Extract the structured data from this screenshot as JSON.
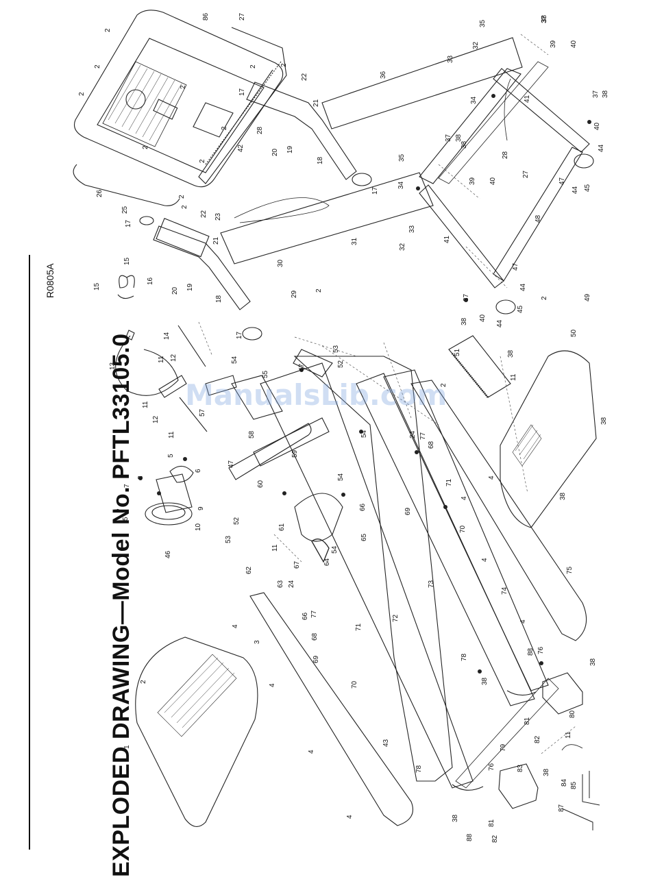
{
  "document": {
    "title": "EXPLODED DRAWING—Model No. PFTL33105.0",
    "drawing_code": "R0805A",
    "watermark": "ManualsLib.com"
  },
  "callouts": {
    "c1": "1",
    "c2a": "2",
    "c2b": "2",
    "c2c": "2",
    "c2d": "2",
    "c2e": "2",
    "c2f": "2",
    "c2g": "2",
    "c2h": "2",
    "c2i": "2",
    "c2j": "2",
    "c2k": "2",
    "c2l": "2",
    "c2m": "2",
    "c2n": "2",
    "c2o": "2",
    "c3": "3",
    "c4a": "4",
    "c4b": "4",
    "c4c": "4",
    "c4d": "4",
    "c4e": "4",
    "c4f": "4",
    "c4g": "4",
    "c4h": "4",
    "c5a": "5",
    "c5b": "5",
    "c6a": "6",
    "c6b": "6",
    "c7": "7",
    "c8": "8",
    "c9": "9",
    "c10": "10",
    "c11a": "11",
    "c11b": "11",
    "c11c": "11",
    "c11d": "11",
    "c11e": "11",
    "c11f": "11",
    "c12a": "12",
    "c12b": "12",
    "c13": "13",
    "c14": "14",
    "c15a": "15",
    "c15b": "15",
    "c16": "16",
    "c17a": "17",
    "c17b": "17",
    "c17c": "17",
    "c17d": "17",
    "c18a": "18",
    "c18b": "18",
    "c19a": "19",
    "c19b": "19",
    "c20a": "20",
    "c20b": "20",
    "c21a": "21",
    "c21b": "21",
    "c22a": "22",
    "c22b": "22",
    "c23": "23",
    "c24a": "24",
    "c24b": "24",
    "c25": "25",
    "c26": "26",
    "c27a": "27",
    "c27b": "27",
    "c28a": "28",
    "c28b": "28",
    "c29": "29",
    "c30": "30",
    "c31": "31",
    "c32a": "32",
    "c32b": "32",
    "c33a": "33",
    "c33b": "33",
    "c34a": "34",
    "c34b": "34",
    "c35a": "35",
    "c35b": "35",
    "c36": "36",
    "c37a": "37",
    "c37b": "37",
    "c37c": "37",
    "c37d": "37",
    "c38a": "38",
    "c38b": "38",
    "c38c": "38",
    "c38d": "38",
    "c38e": "38",
    "c38f": "38",
    "c38g": "38",
    "c38h": "38",
    "c38i": "38",
    "c38j": "38",
    "c38k": "38",
    "c38l": "38",
    "c39a": "39",
    "c39b": "39",
    "c40a": "40",
    "c40b": "40",
    "c40c": "40",
    "c40d": "40",
    "c41a": "41",
    "c41b": "41",
    "c42": "42",
    "c43": "43",
    "c44a": "44",
    "c44b": "44",
    "c44c": "44",
    "c44d": "44",
    "c45a": "45",
    "c45b": "45",
    "c46": "46",
    "c47a": "47",
    "c47b": "47",
    "c47c": "47",
    "c47d": "47",
    "c48": "48",
    "c49": "49",
    "c50": "50",
    "c51": "51",
    "c52a": "52",
    "c52b": "52",
    "c53a": "53",
    "c53b": "53",
    "c54a": "54",
    "c54b": "54",
    "c54c": "54",
    "c54d": "54",
    "c55": "55",
    "c57": "57",
    "c58": "58",
    "c59": "59",
    "c60": "60",
    "c61": "61",
    "c62": "62",
    "c63": "63",
    "c64": "64",
    "c65": "65",
    "c66a": "66",
    "c66b": "66",
    "c67": "67",
    "c68a": "68",
    "c68b": "68",
    "c69a": "69",
    "c69b": "69",
    "c70a": "70",
    "c70b": "70",
    "c71a": "71",
    "c71b": "71",
    "c72": "72",
    "c73": "73",
    "c74": "74",
    "c75": "75",
    "c76a": "76",
    "c76b": "76",
    "c77a": "77",
    "c77b": "77",
    "c78a": "78",
    "c78b": "78",
    "c79": "79",
    "c80": "80",
    "c81a": "81",
    "c81b": "81",
    "c82a": "82",
    "c82b": "82",
    "c83": "83",
    "c84": "84",
    "c85": "85",
    "c86": "86",
    "c87": "87",
    "c88a": "88",
    "c88b": "88"
  }
}
